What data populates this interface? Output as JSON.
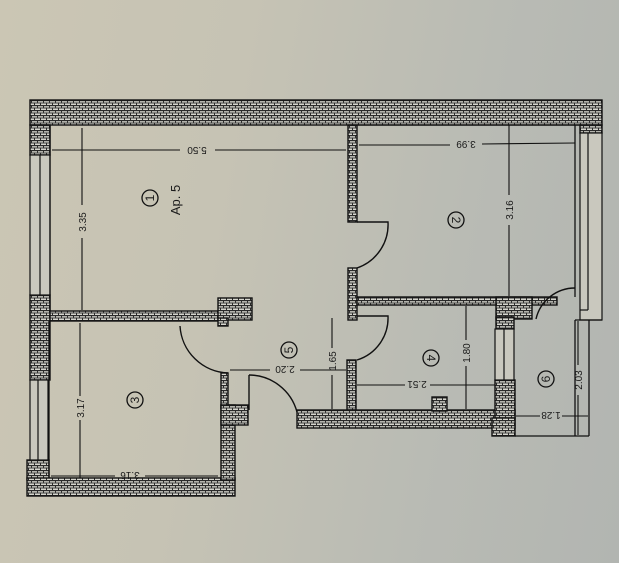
{
  "plan": {
    "apartment_label": "Ap. 5",
    "colors": {
      "paper": "#c4c2b6",
      "ink": "#1a1a1a",
      "wall_fill": "#d8d8d0"
    },
    "rooms": [
      {
        "number": "1",
        "label": "Ap. 5",
        "dim_a": "5.50",
        "dim_b": "3.35"
      },
      {
        "number": "2",
        "dim_a": "3.99",
        "dim_b": "3.16"
      },
      {
        "number": "3",
        "dim_a": "3.16",
        "dim_b": "3.17"
      },
      {
        "number": "4",
        "dim_a": "2.51",
        "dim_b": "1.80"
      },
      {
        "number": "5",
        "dim_a": "2.20",
        "dim_b": "1.65"
      },
      {
        "number": "6",
        "dim_a": "1.28",
        "dim_b": "2.03"
      }
    ]
  }
}
